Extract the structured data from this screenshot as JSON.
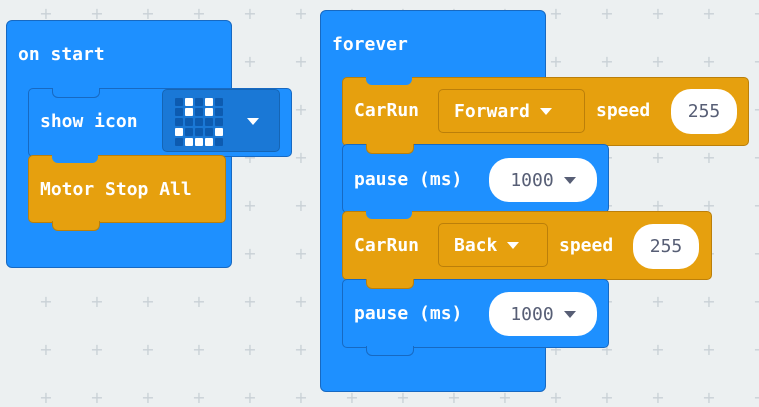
{
  "workspace": {
    "on_start": {
      "hat_label": "on start",
      "show_icon": {
        "label": "show icon",
        "icon_name": "happy-face-icon",
        "leds": [
          0,
          1,
          0,
          1,
          0,
          0,
          1,
          0,
          1,
          0,
          0,
          0,
          0,
          0,
          0,
          1,
          0,
          0,
          0,
          1,
          0,
          1,
          1,
          1,
          0
        ]
      },
      "motor_stop": {
        "label": "Motor Stop All"
      }
    },
    "forever": {
      "hat_label": "forever",
      "carrun_forward": {
        "label": "CarRun",
        "direction": "Forward",
        "speed_label": "speed",
        "speed": "255"
      },
      "pause_1": {
        "label": "pause (ms)",
        "value": "1000"
      },
      "carrun_back": {
        "label": "CarRun",
        "direction": "Back",
        "speed_label": "speed",
        "speed": "255"
      },
      "pause_2": {
        "label": "pause (ms)",
        "value": "1000"
      }
    }
  },
  "colors": {
    "background": "#ecf0f1",
    "basic_blue": "#1e90ff",
    "motor_orange": "#e6a00e"
  }
}
